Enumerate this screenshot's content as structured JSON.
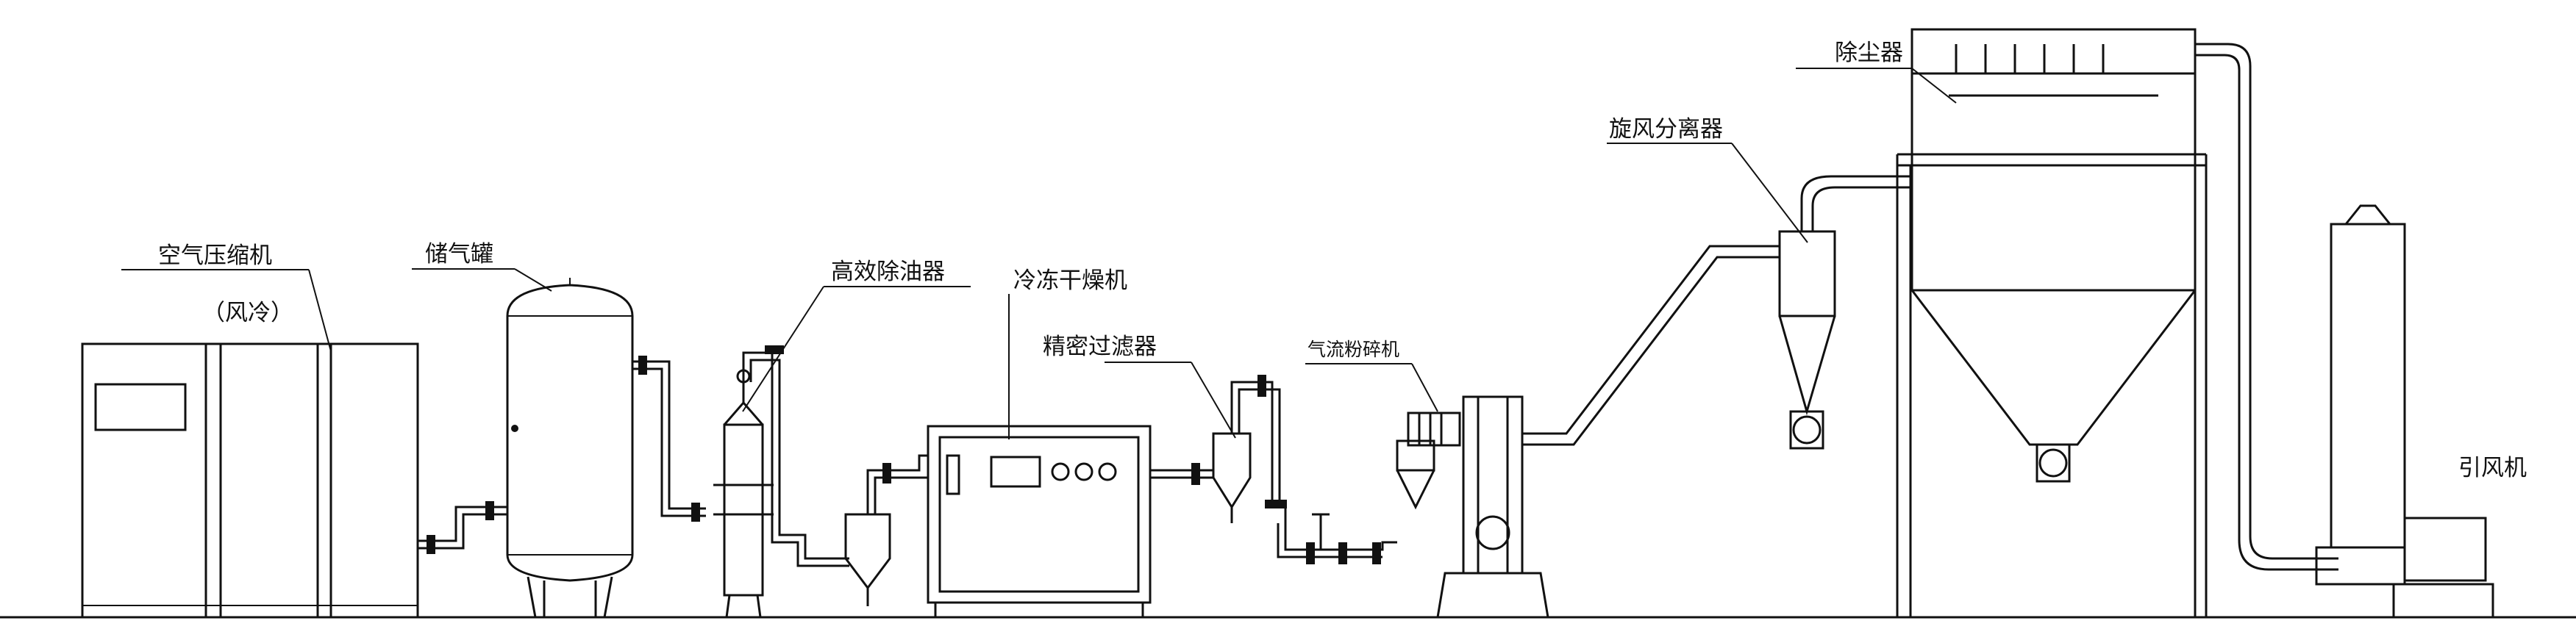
{
  "labels": {
    "air_compressor": "空气压缩机",
    "air_cooled": "（风冷）",
    "air_tank": "储气罐",
    "oil_remover": "高效除油器",
    "freeze_dryer": "冷冻干燥机",
    "precision_filter": "精密过滤器",
    "jet_mill": "气流粉碎机",
    "cyclone": "旋风分离器",
    "dust_collector": "除尘器",
    "induced_fan": "引风机"
  },
  "colors": {
    "line": "#111111",
    "background": "#ffffff"
  }
}
